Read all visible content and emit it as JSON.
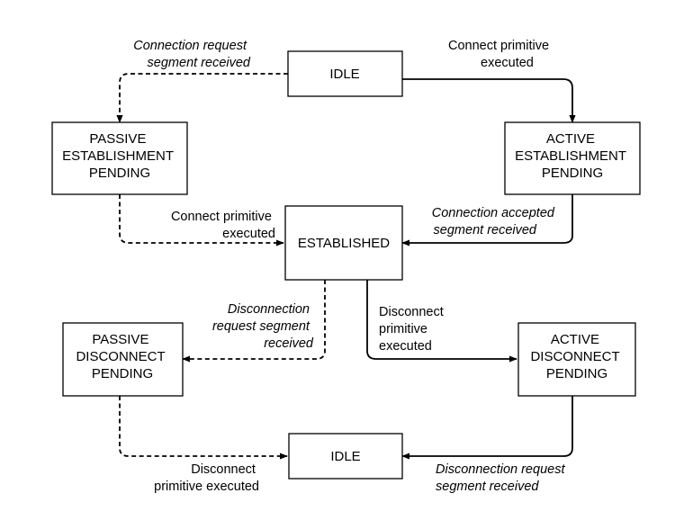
{
  "states": {
    "idle_top": [
      "IDLE"
    ],
    "passive_est": [
      "PASSIVE",
      "ESTABLISHMENT",
      "PENDING"
    ],
    "active_est": [
      "ACTIVE",
      "ESTABLISHMENT",
      "PENDING"
    ],
    "established": [
      "ESTABLISHED"
    ],
    "passive_disc": [
      "PASSIVE",
      "DISCONNECT",
      "PENDING"
    ],
    "active_disc": [
      "ACTIVE",
      "DISCONNECT",
      "PENDING"
    ],
    "idle_bottom": [
      "IDLE"
    ]
  },
  "transitions": {
    "conn_req_received": [
      "Connection request",
      "segment received"
    ],
    "connect_primitive_top": [
      "Connect primitive",
      "executed"
    ],
    "connect_primitive_mid": [
      "Connect primitive",
      "executed"
    ],
    "conn_accepted": [
      "Connection accepted",
      "segment received"
    ],
    "disconn_req_segment": [
      "Disconnection",
      "request segment",
      "received"
    ],
    "disconnect_primitive_mid": [
      "Disconnect",
      "primitive",
      "executed"
    ],
    "disconnect_primitive_bottom": [
      "Disconnect",
      "primitive executed"
    ],
    "disconn_req_received": [
      "Disconnection request",
      "segment received"
    ]
  }
}
